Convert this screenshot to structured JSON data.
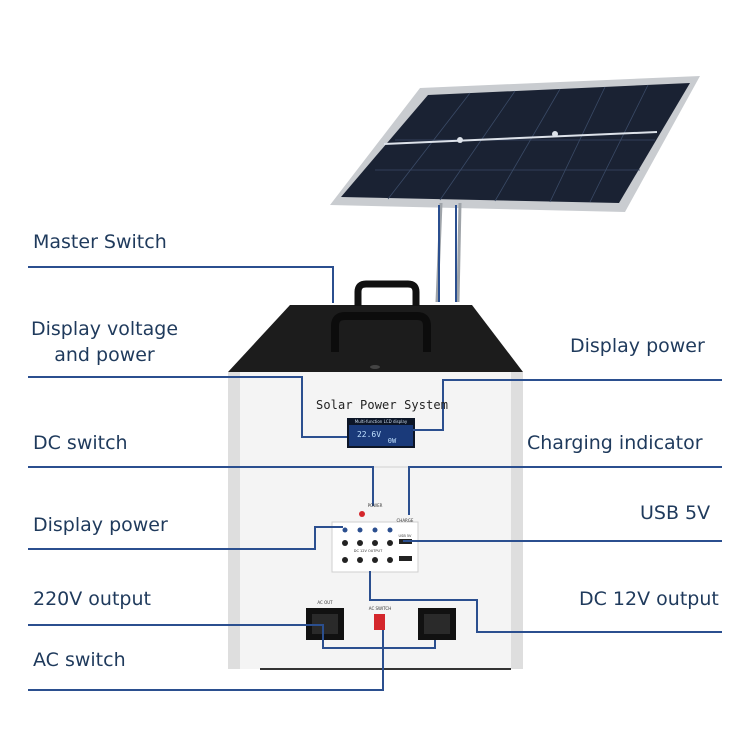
{
  "labels": {
    "master_switch": "Master Switch",
    "display_voltage_line1": "Display voltage",
    "display_voltage_line2": "and power",
    "display_power_right": "Display power",
    "dc_switch": "DC switch",
    "charging_indicator": "Charging indicator",
    "display_power_left": "Display power",
    "usb_5v": "USB 5V",
    "output_220v": "220V output",
    "dc_12v_output": "DC 12V output",
    "ac_switch": "AC switch"
  },
  "device": {
    "front_title": "Solar Power System",
    "lcd_line1": "22.6V",
    "lcd_line2": "0W",
    "lcd_caption": "Multi-function LCD display",
    "panel_caption": "POWER",
    "usb_label": "USB 5V",
    "dc_label": "DC 12V OUTPUT",
    "ac_label": "AC OUT",
    "ac_switch_label": "AC SWITCH",
    "charge_label": "CHARGE"
  },
  "colors": {
    "label_text": "#1f3a5c",
    "leader_line": "#2b4f8f",
    "case_top": "#1c1c1c",
    "case_body": "#f4f4f4",
    "panel_frame": "#c9ccd0",
    "cell": "#1a2233",
    "switch_red": "#d4262b"
  }
}
